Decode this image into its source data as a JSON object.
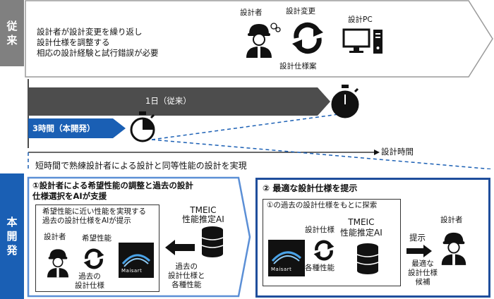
{
  "conventional": {
    "tab_label": [
      "従",
      "来"
    ],
    "description_lines": [
      "設計者が設計変更を繰り返し",
      "設計仕様を調整する",
      "相応の設計経験と試行錯誤が必要"
    ],
    "designer_label": "設計者",
    "change_label": "設計変更",
    "pc_label": "設計PC",
    "spec_label": "設計仕様案"
  },
  "timeline": {
    "conventional_time": "1日（従来）",
    "new_time": "3時間（本開発）",
    "axis_label": "設計時間",
    "summary": "短時間で熟練設計者による設計と同等性能の設計を実現"
  },
  "new_dev": {
    "tab_label": [
      "本",
      "開",
      "発"
    ],
    "step1_title_lines": [
      "①設計者による希望性能の調整と過去の設計",
      "仕様選択をAIが支援"
    ],
    "step1_box_lines": [
      "希望性能に近い性能を実現する",
      "過去の設計仕様をAIが提示"
    ],
    "designer_label": "設計者",
    "desired_perf": "希望性能",
    "past_spec_lines": [
      "過去の",
      "設計仕様"
    ],
    "maisart_label": "Maisart",
    "tmeic_lines": [
      "TMEIC",
      "性能推定AI"
    ],
    "past_pairs_lines": [
      "過去の",
      "設計仕様と",
      "各種性能"
    ],
    "step2_title": "② 最適な設計仕様を提示",
    "step2_box_title": "①の過去の設計仕様をもとに探索",
    "spec_label": "設計仕様",
    "perf_label": "各種性能",
    "present_label": "提示",
    "optimal_lines": [
      "最適な",
      "設計仕様",
      "候補"
    ],
    "designer_label2": "設計者"
  },
  "colors": {
    "gray_tab": "#808080",
    "blue": "#1a5fb4",
    "blue_dark": "#1f4e9c",
    "dark_arrow": "#4d4d4d"
  }
}
